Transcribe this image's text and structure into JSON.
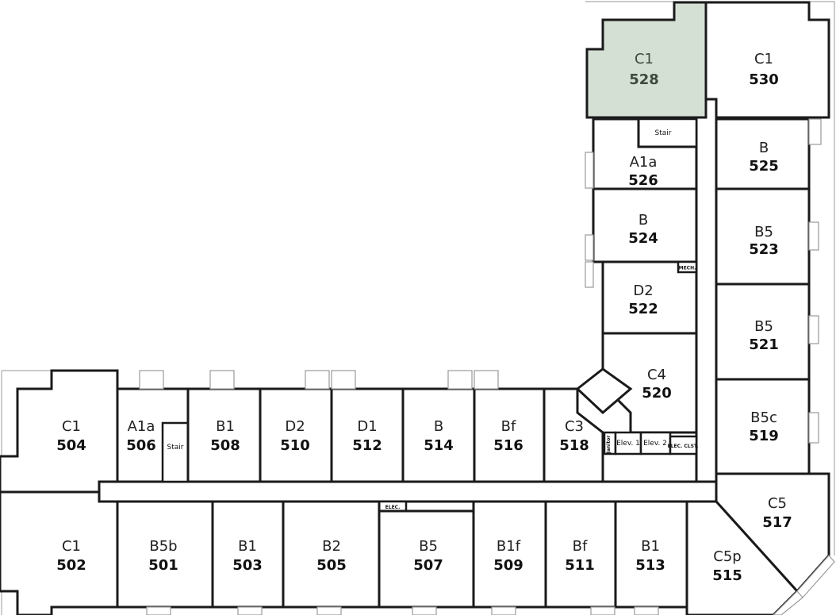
{
  "selected_unit": "528",
  "colors": {
    "selected_fill": "#d5e0d5",
    "wall": "#1a1a1a"
  },
  "rooms": {
    "r528": {
      "type": "C1",
      "number": "528"
    },
    "r530": {
      "type": "C1",
      "number": "530"
    },
    "r526": {
      "type": "A1a",
      "number": "526"
    },
    "r525": {
      "type": "B",
      "number": "525"
    },
    "r524": {
      "type": "B",
      "number": "524"
    },
    "r523": {
      "type": "B5",
      "number": "523"
    },
    "r522": {
      "type": "D2",
      "number": "522"
    },
    "r521": {
      "type": "B5",
      "number": "521"
    },
    "r520": {
      "type": "C4",
      "number": "520"
    },
    "r519": {
      "type": "B5c",
      "number": "519"
    },
    "r517": {
      "type": "C5",
      "number": "517"
    },
    "r515": {
      "type": "C5p",
      "number": "515"
    },
    "r504": {
      "type": "C1",
      "number": "504"
    },
    "r506": {
      "type": "A1a",
      "number": "506"
    },
    "r508": {
      "type": "B1",
      "number": "508"
    },
    "r510": {
      "type": "D2",
      "number": "510"
    },
    "r512": {
      "type": "D1",
      "number": "512"
    },
    "r514": {
      "type": "B",
      "number": "514"
    },
    "r516": {
      "type": "Bf",
      "number": "516"
    },
    "r518": {
      "type": "C3",
      "number": "518"
    },
    "r502": {
      "type": "C1",
      "number": "502"
    },
    "r501": {
      "type": "B5b",
      "number": "501"
    },
    "r503": {
      "type": "B1",
      "number": "503"
    },
    "r505": {
      "type": "B2",
      "number": "505"
    },
    "r507": {
      "type": "B5",
      "number": "507"
    },
    "r509": {
      "type": "B1f",
      "number": "509"
    },
    "r511": {
      "type": "Bf",
      "number": "511"
    },
    "r513": {
      "type": "B1",
      "number": "513"
    }
  },
  "utility": {
    "stair_top": "Stair",
    "stair_left": "Stair",
    "mech": "MECH.",
    "elec": "ELEC.",
    "elev1": "Elev. 1",
    "elev2": "Elev. 2",
    "elec_closet": "ELEC. CLST.",
    "janitor": "Janitor"
  }
}
